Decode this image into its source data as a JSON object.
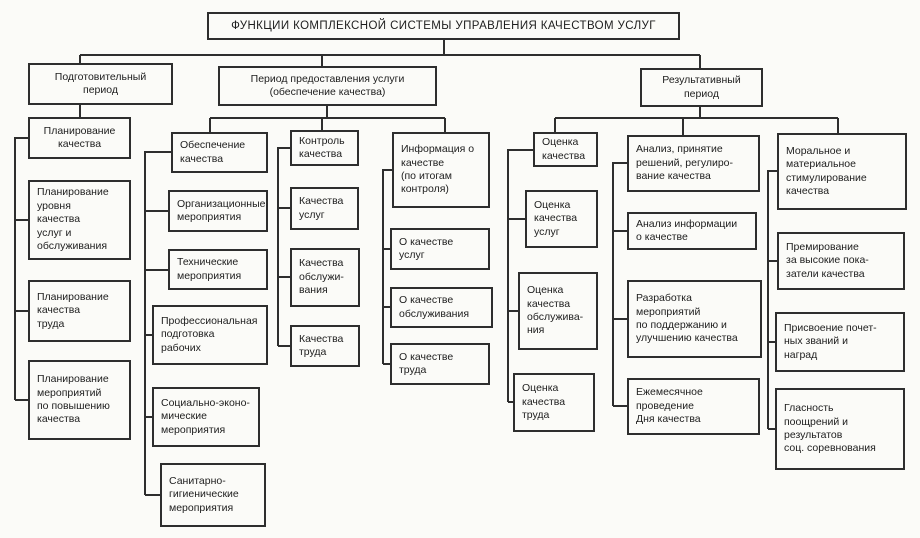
{
  "title": "ФУНКЦИИ КОМПЛЕКСНОЙ СИСТЕМЫ УПРАВЛЕНИЯ КАЧЕСТВОМ УСЛУГ",
  "periods": {
    "preparatory": {
      "label": "Подготовительный\nпериод",
      "items": [
        "Планирование\nкачества",
        "Планирование\nуровня\nкачества\nуслуг и\nобслуживания",
        "Планирование\nкачества\nтруда",
        "Планирование\nмероприятий\nпо повышению\nкачества"
      ]
    },
    "provision": {
      "label": "Период предоставления услуги\n(обеспечение качества)",
      "groups": {
        "assurance": {
          "items": [
            "Обеспечение\nкачества",
            "Организационные\nмероприятия",
            "Технические\nмероприятия",
            "Профессиональная\nподготовка\nрабочих",
            "Социально-эконо-\nмические\nмероприятия",
            "Санитарно-\nгигиенические\nмероприятия"
          ]
        },
        "control": {
          "items": [
            "Контроль\nкачества",
            "Качества\nуслуг",
            "Качества\nобслужи-\nвания",
            "Качества\nтруда"
          ]
        },
        "information": {
          "items": [
            "Информация о\nкачестве\n(по итогам\nконтроля)",
            "О качестве\nуслуг",
            "О качестве\nобслуживания",
            "О качестве\nтруда"
          ]
        }
      }
    },
    "resultative": {
      "label": "Результативный\nпериод",
      "groups": {
        "evaluation": {
          "items": [
            "Оценка\nкачества",
            "Оценка\nкачества\nуслуг",
            "Оценка\nкачества\nобслужива-\nния",
            "Оценка\nкачества\nтруда"
          ]
        },
        "analysis": {
          "items": [
            "Анализ, принятие\nрешений, регулиро-\nвание качества",
            "Анализ информации\nо качестве",
            "Разработка\nмероприятий\nпо поддержанию и\nулучшению качества",
            "Ежемесячное\nпроведение\nДня качества"
          ]
        },
        "stimulation": {
          "items": [
            "Моральное и\nматериальное\nстимулирование\nкачества",
            "Премирование\nза высокие пока-\nзатели качества",
            "Присвоение почет-\nных званий и\nнаград",
            "Гласность\nпоощрений и\nрезультатов\nсоц. соревнования"
          ]
        }
      }
    }
  },
  "colors": {
    "line": "#2e2e2e",
    "box_border": "#2e2e2e",
    "background": "#fbfbf8",
    "text": "#1d1d1d"
  }
}
